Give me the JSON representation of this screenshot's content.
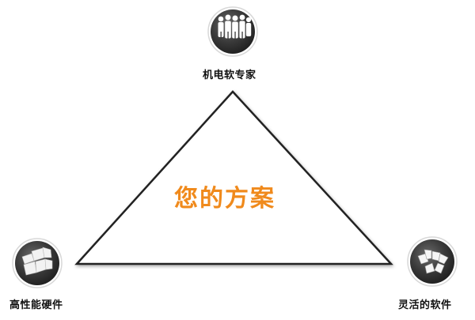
{
  "diagram": {
    "center_title": "您的方案",
    "nodes": [
      {
        "id": "top",
        "label": "机电软专家",
        "icon": "team-people-icon"
      },
      {
        "id": "left",
        "label": "高性能硬件",
        "icon": "hardware-blocks-icon"
      },
      {
        "id": "right",
        "label": "灵活的软件",
        "icon": "software-pieces-icon"
      }
    ],
    "colors": {
      "accent": "#f08a1c",
      "icon_fill": "#3b3b3b",
      "triangle_stroke": "#222222"
    }
  }
}
